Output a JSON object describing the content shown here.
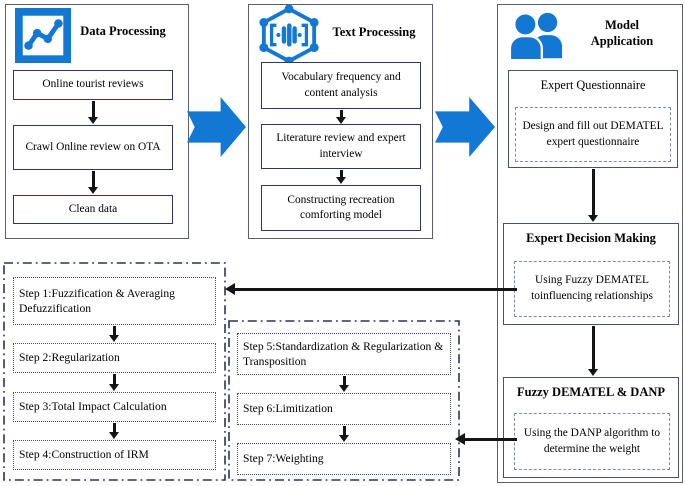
{
  "colors": {
    "accent_blue": "#1377d4",
    "box_border_navy": "#2f3566",
    "frame_border_gray": "#5a5e6e",
    "dashed_border": "#8087b0",
    "dashdot_border": "#2b3160",
    "arrow_black": "#141414"
  },
  "panels": {
    "data_processing": {
      "title": "Data Processing",
      "icon": "line-chart-icon",
      "boxes": [
        "Online tourist reviews",
        "Crawl Online review on OTA",
        "Clean data"
      ]
    },
    "text_processing": {
      "title": "Text Processing",
      "icon": "hexagon-network-icon",
      "boxes": [
        "Vocabulary frequency and content analysis",
        "Literature review and expert interview",
        "Constructing recreation comforting model"
      ]
    },
    "model_application": {
      "title": "Model Application",
      "icon": "people-icon",
      "stages": [
        {
          "title": "Expert Questionnaire",
          "detail": "Design and fill out DEMATEL expert questionnaire"
        },
        {
          "title": "Expert Decision Making",
          "detail": "Using Fuzzy DEMATEL toinfluencing relationships"
        },
        {
          "title": "Fuzzy DEMATEL & DANP",
          "detail": "Using the DANP algorithm to determine the weight"
        }
      ]
    }
  },
  "step_groups": {
    "fuzzy_dematel_steps": [
      "Step 1:Fuzzification & Averaging Defuzzification",
      "Step 2:Regularization",
      "Step 3:Total Impact Calculation",
      "Step 4:Construction of IRM"
    ],
    "danp_steps": [
      "Step 5:Standardization & Regularization & Transposition",
      "Step 6:Limitization",
      "Step 7:Weighting"
    ]
  }
}
